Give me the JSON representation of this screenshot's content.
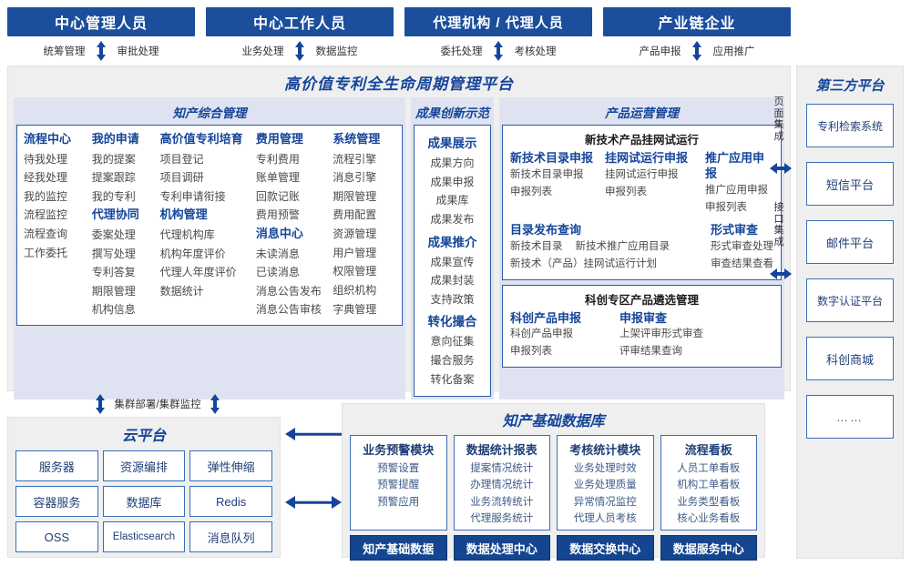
{
  "roles": [
    {
      "label": "中心管理人员",
      "left_action": "统筹管理",
      "right_action": "审批处理"
    },
    {
      "label": "中心工作人员",
      "left_action": "业务处理",
      "right_action": "数据监控"
    },
    {
      "label": "代理机构 / 代理人员",
      "left_action": "委托处理",
      "right_action": "考核处理"
    },
    {
      "label": "产业链企业",
      "left_action": "产品申报",
      "right_action": "应用推广"
    }
  ],
  "platform": {
    "title": "高价值专利全生命周期管理平台",
    "sections": {
      "zcgl": {
        "title": "知产综合管理",
        "columns": [
          {
            "groups": [
              {
                "name": "流程中心",
                "items": [
                  "待我处理",
                  "经我处理",
                  "我的监控",
                  "流程监控",
                  "流程查询",
                  "工作委托"
                ]
              }
            ]
          },
          {
            "groups": [
              {
                "name": "我的申请",
                "items": [
                  "我的提案",
                  "提案跟踪",
                  "我的专利"
                ]
              },
              {
                "name": "代理协同",
                "items": [
                  "委案处理",
                  "撰写处理",
                  "专利答复",
                  "期限管理",
                  "机构信息"
                ]
              }
            ]
          },
          {
            "groups": [
              {
                "name": "高价值专利培育",
                "items": [
                  "项目登记",
                  "项目调研",
                  "专利申请衔接"
                ]
              },
              {
                "name": "机构管理",
                "items": [
                  "代理机构库",
                  "机构年度评价",
                  "代理人年度评价",
                  "数据统计"
                ]
              }
            ]
          },
          {
            "groups": [
              {
                "name": "费用管理",
                "items": [
                  "专利费用",
                  "账单管理",
                  "回款记账",
                  "费用预警"
                ]
              },
              {
                "name": "消息中心",
                "items": [
                  "未读消息",
                  "已读消息",
                  "消息公告发布",
                  "消息公告审核"
                ]
              }
            ]
          },
          {
            "groups": [
              {
                "name": "系统管理",
                "items": [
                  "流程引擎",
                  "消息引擎",
                  "期限管理",
                  "费用配置",
                  "资源管理",
                  "用户管理",
                  "权限管理",
                  "组织机构",
                  "字典管理"
                ]
              }
            ]
          }
        ]
      },
      "cgcx": {
        "title": "成果创新示范",
        "groups": [
          {
            "name": "成果展示",
            "items": [
              "成果方向",
              "成果申报",
              "成果库",
              "成果发布"
            ]
          },
          {
            "name": "成果推介",
            "items": [
              "成果宣传",
              "成果封装",
              "支持政策"
            ]
          },
          {
            "name": "转化撮合",
            "items": [
              "意向征集",
              "撮合服务",
              "转化备案"
            ]
          }
        ]
      },
      "cpyy": {
        "title": "产品运营管理",
        "subboxes": [
          {
            "title": "新技术产品挂网试运行",
            "row1": [
              {
                "name": "新技术目录申报",
                "items": [
                  "新技术目录申报",
                  "申报列表"
                ]
              },
              {
                "name": "挂网试运行申报",
                "items": [
                  "挂网试运行申报",
                  "申报列表"
                ]
              },
              {
                "name": "推广应用申报",
                "items": [
                  "推广应用申报",
                  "申报列表"
                ]
              }
            ],
            "row2_left": {
              "name": "目录发布查询",
              "line1": [
                "新技术目录",
                "新技术推广应用目录"
              ],
              "line2": [
                "新技术（产品）挂网试运行计划"
              ]
            },
            "row2_right": {
              "name": "形式审查",
              "items": [
                "形式审查处理",
                "审查结果查看"
              ]
            }
          },
          {
            "title": "科创专区产品遴选管理",
            "cols": [
              {
                "name": "科创产品申报",
                "items": [
                  "科创产品申报",
                  "申报列表"
                ]
              },
              {
                "name": "申报审查",
                "items": [
                  "上架评审形式审查",
                  "评审结果查询"
                ]
              }
            ]
          }
        ]
      }
    }
  },
  "integration": {
    "page_integration": "页面集成",
    "api_integration": "接口集成"
  },
  "third_party": {
    "title": "第三方平台",
    "items": [
      "专利检索系统",
      "短信平台",
      "邮件平台",
      "数字认证平台",
      "科创商城",
      "……"
    ]
  },
  "cluster": {
    "label": "集群部署/集群监控"
  },
  "cloud": {
    "title": "云平台",
    "cells": [
      "服务器",
      "资源编排",
      "弹性伸缩",
      "容器服务",
      "数据库",
      "Redis",
      "OSS",
      "Elasticsearch",
      "消息队列"
    ]
  },
  "knowledge_db": {
    "title": "知产基础数据库",
    "columns": [
      {
        "name": "业务预警模块",
        "items": [
          "预警设置",
          "预警提醒",
          "预警应用"
        ],
        "footer": "知产基础数据"
      },
      {
        "name": "数据统计报表",
        "items": [
          "提案情况统计",
          "办理情况统计",
          "业务流转统计",
          "代理服务统计"
        ],
        "footer": "数据处理中心"
      },
      {
        "name": "考核统计模块",
        "items": [
          "业务处理时效",
          "业务处理质量",
          "异常情况监控",
          "代理人员考核"
        ],
        "footer": "数据交换中心"
      },
      {
        "name": "流程看板",
        "items": [
          "人员工单看板",
          "机构工单看板",
          "业务类型看板",
          "核心业务看板"
        ],
        "footer": "数据服务中心"
      }
    ]
  },
  "colors": {
    "brand_blue": "#15459a",
    "role_bar": "#1b4f9c",
    "section_bg": "#dfe3f1",
    "frame_bg": "#efefef",
    "border_blue": "#3a6fb5",
    "footer_blue": "#14458f"
  }
}
